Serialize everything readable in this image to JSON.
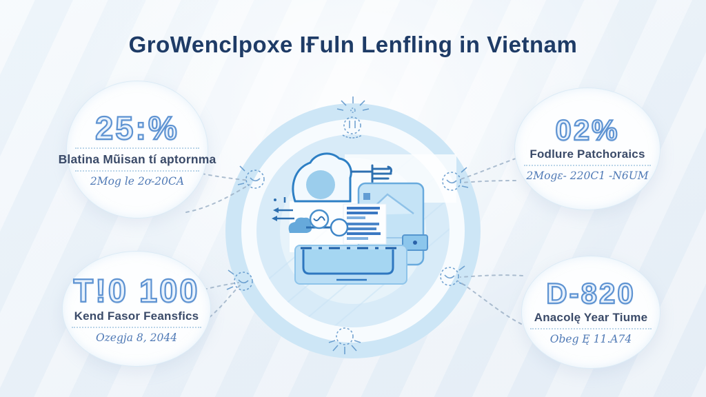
{
  "title": {
    "text": "GroWenclpoxe IҒuln Lenfling in Vietnam"
  },
  "stats": {
    "top_left": {
      "value": "25:%",
      "label": "Blatina Mũisan tí aptornma",
      "sub": "2Mog le 2ơ-20CA"
    },
    "top_right": {
      "value": "02%",
      "label": "Fodlure Patchoraics",
      "sub": "2Mogε- 220C1 -N6UM"
    },
    "bottom_left": {
      "value": "T!0 100",
      "label": "Kend Fasor Feansfics",
      "sub": "Ozegja 8, 2044"
    },
    "bottom_right": {
      "value": "D-820",
      "label": "Anacolę Year Tiume",
      "sub": "Obeg Ę 11.A74"
    }
  },
  "center": {
    "illustration": "laptop-with-documents-cloud-envelope-and-hand",
    "decorations": [
      "sparkle-doodle-icon-top",
      "bulb-doodle-icon-top",
      "scribble-doodle-icon-upper-left",
      "scribble-doodle-icon-upper-right",
      "scribble-doodle-icon-lower-left",
      "scribble-doodle-icon-lower-right",
      "burst-doodle-icon-bottom"
    ]
  },
  "colors": {
    "title": "#1e3b66",
    "number_outline": "#5e93d2",
    "label_text": "#3a4a68",
    "script_text": "#4f79b5",
    "ring_blue": "#cde6f6",
    "disc_blue": "#d8ebf8",
    "illustration_accent": "#2e77c0",
    "connector": "#9fb3c8",
    "background": "#eef4f9"
  }
}
